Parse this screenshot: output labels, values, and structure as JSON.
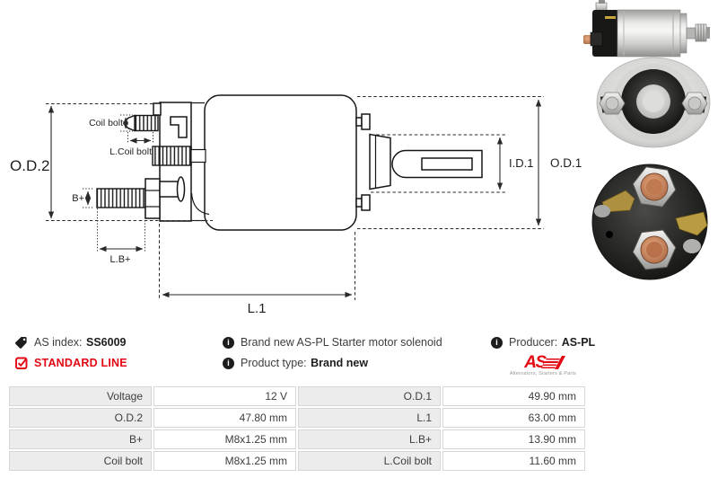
{
  "diagram": {
    "labels": {
      "od2": "O.D.2",
      "coil_bolt": "Coil bolt",
      "l_coil_bolt": "L.Coil bolt",
      "b_plus": "B+",
      "l_b_plus": "L.B+",
      "l1": "L.1",
      "id1": "I.D.1",
      "od1": "O.D.1"
    }
  },
  "info_bar": {
    "as_index": {
      "label": "AS index:",
      "value": "SS6009"
    },
    "standard_line": "STANDARD LINE",
    "description": "Brand new AS-PL Starter motor solenoid",
    "product_type": {
      "label": "Product type:",
      "value": "Brand new"
    },
    "producer": {
      "label": "Producer:",
      "value": "AS-PL"
    },
    "logo": {
      "text": "AS",
      "tagline": "Alternators, Starters & Parts"
    },
    "info_icon_glyph": "i"
  },
  "spec_table": {
    "rows": [
      {
        "label_left": "Voltage",
        "value_left": "12 V",
        "label_right": "O.D.1",
        "value_right": "49.90 mm"
      },
      {
        "label_left": "O.D.2",
        "value_left": "47.80 mm",
        "label_right": "L.1",
        "value_right": "63.00 mm"
      },
      {
        "label_left": "B+",
        "value_left": "M8x1.25 mm",
        "label_right": "L.B+",
        "value_right": "13.90 mm"
      },
      {
        "label_left": "Coil bolt",
        "value_left": "M8x1.25 mm",
        "label_right": "L.Coil bolt",
        "value_right": "11.60 mm"
      }
    ]
  },
  "colors": {
    "accent_red": "#e30613",
    "line": "#161616"
  }
}
